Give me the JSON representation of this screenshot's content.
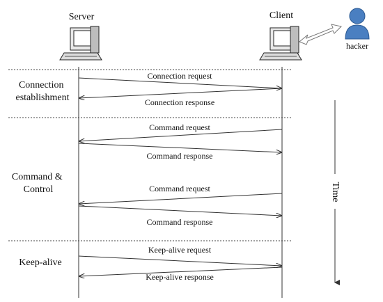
{
  "participants": {
    "server": "Server",
    "client": "Client",
    "hacker": "hacker"
  },
  "phases": {
    "connection": [
      "Connection",
      "establishment"
    ],
    "command": [
      "Command &",
      "Control"
    ],
    "keepalive": "Keep-alive"
  },
  "messages": {
    "m1": "Connection request",
    "m2": "Connection response",
    "m3": "Command request",
    "m4": "Command response",
    "m5": "Command request",
    "m6": "Command response",
    "m7": "Keep-alive request",
    "m8": "Keep-alive response"
  },
  "time_label": "Time",
  "colors": {
    "line": "#333333",
    "icon_blue": "#3a6fb0",
    "icon_gray": "#cfcfcf"
  }
}
